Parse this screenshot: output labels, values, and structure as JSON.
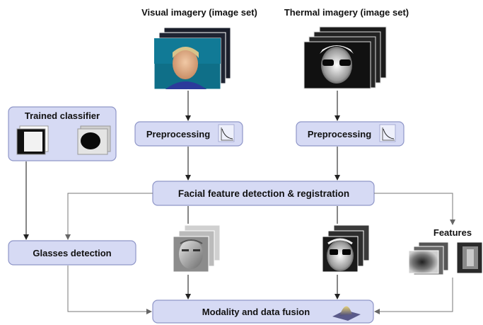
{
  "headings": {
    "visual": "Visual imagery (image set)",
    "thermal": "Thermal imagery (image set)"
  },
  "nodes": {
    "trained_classifier": "Trained classifier",
    "preprocessing_visual": "Preprocessing",
    "preprocessing_thermal": "Preprocessing",
    "facial_feature_detection": "Facial feature detection & registration",
    "glasses_detection": "Glasses detection",
    "features": "Features",
    "fusion": "Modality and data fusion"
  },
  "icons": {
    "visual_stack": "visual-face-image-stack-icon",
    "thermal_stack": "thermal-face-image-stack-icon",
    "classifier_patches": "classifier-glasses-patches-icon",
    "curve": "decay-curve-icon",
    "features_stack": "feature-map-stack-icon",
    "gaussian": "gaussian-surface-icon"
  },
  "colors": {
    "box_fill": "#d6daf4",
    "box_border": "#8f96c8",
    "arrow": "#222222",
    "arrow_secondary": "#777777"
  }
}
